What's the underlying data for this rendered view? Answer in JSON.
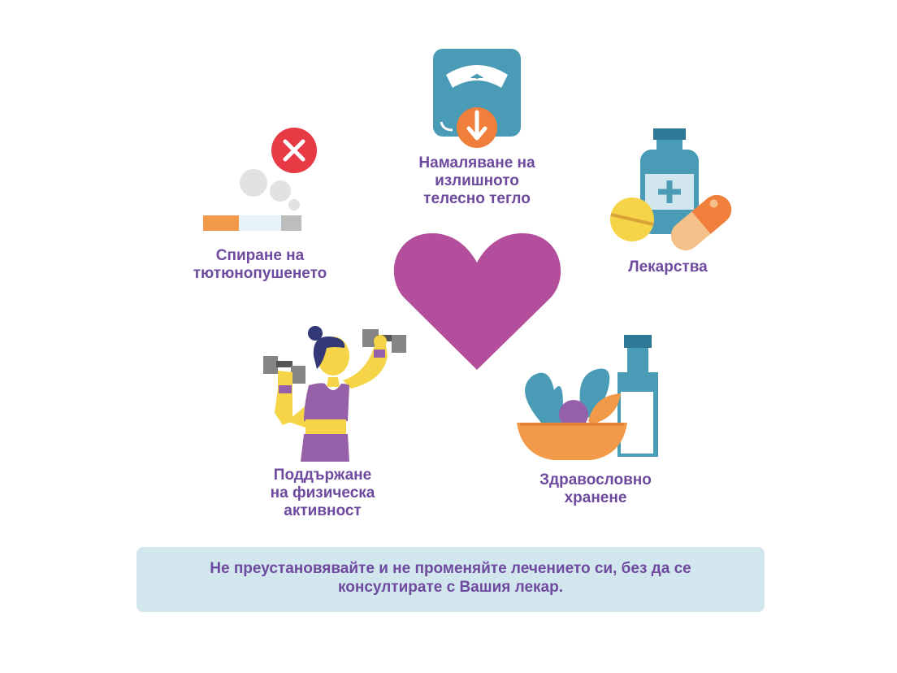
{
  "items": [
    {
      "id": "smoking",
      "lines": [
        "Спиране на",
        "тютюнопушенето"
      ],
      "icon": "no-smoking-icon"
    },
    {
      "id": "weight",
      "lines": [
        "Намаляване на",
        "излишното",
        "телесно тегло"
      ],
      "icon": "scale-icon"
    },
    {
      "id": "medicines",
      "lines": [
        "Лекарства"
      ],
      "icon": "medicine-icon"
    },
    {
      "id": "activity",
      "lines": [
        "Поддържане",
        "на физическа",
        "активност"
      ],
      "icon": "exercise-icon"
    },
    {
      "id": "food",
      "lines": [
        "Здравословно",
        "хранене"
      ],
      "icon": "healthy-food-icon"
    }
  ],
  "notice": {
    "lines": [
      "Не преустановявайте и не променяйте лечението си, без да се",
      "консултирате с Вашия лекар."
    ]
  },
  "colors": {
    "text": "#6e4a9e",
    "heart": "#b24e9b",
    "teal": "#4a9bb5",
    "orange": "#f07f3c",
    "notice_bg": "#d2e6ee",
    "red": "#e83a45",
    "yellow": "#f5d547"
  }
}
